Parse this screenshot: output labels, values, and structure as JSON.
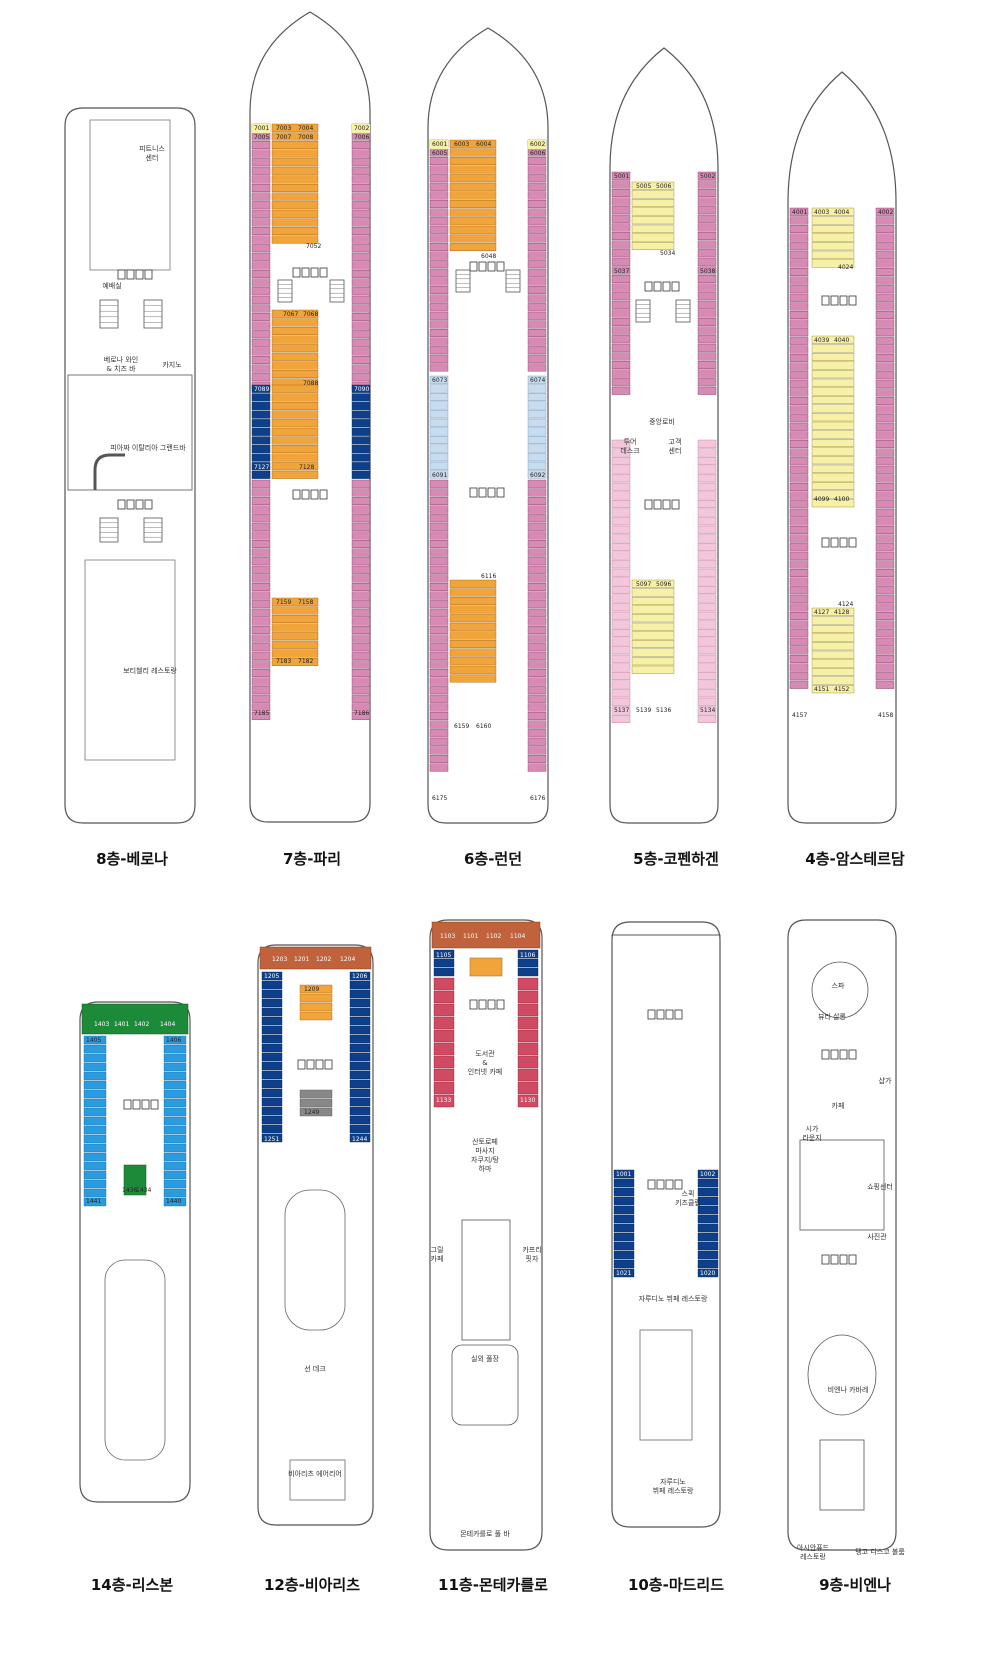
{
  "decks": [
    {
      "id": "d8",
      "label": "8층-베로나",
      "places": [
        "피트니스\n센터",
        "예배실",
        "베로나 와인\n& 치즈 바",
        "카지노",
        "피아짜 이탈리아 그랜드바",
        "보티첼리 레스토랑"
      ],
      "cabins": []
    },
    {
      "id": "d7",
      "label": "7층-파리",
      "places": [],
      "cabins": [
        "7001",
        "7002",
        "7003",
        "7004",
        "7005",
        "7006",
        "7007",
        "7008",
        "7052",
        "7067",
        "7068",
        "7088",
        "7089",
        "7090",
        "7127",
        "7128",
        "7159",
        "7158",
        "7183",
        "7182",
        "7185",
        "7186"
      ]
    },
    {
      "id": "d6",
      "label": "6층-런던",
      "places": [],
      "cabins": [
        "6001",
        "6002",
        "6003",
        "6004",
        "6005",
        "6006",
        "6048",
        "6073",
        "6074",
        "6091",
        "6092",
        "6116",
        "6159",
        "6160",
        "6175",
        "6176"
      ]
    },
    {
      "id": "d5",
      "label": "5층-코펜하겐",
      "places": [
        "중앙로비",
        "투어\n데스크",
        "고객\n센터"
      ],
      "cabins": [
        "5001",
        "5002",
        "5005",
        "5006",
        "5034",
        "5037",
        "5038",
        "5097",
        "5096",
        "5137",
        "5139",
        "5136",
        "5134"
      ]
    },
    {
      "id": "d4",
      "label": "4층-암스테르담",
      "places": [],
      "cabins": [
        "4001",
        "4002",
        "4003",
        "4004",
        "4024",
        "4039",
        "4040",
        "4099",
        "4100",
        "4124",
        "4127",
        "4128",
        "4151",
        "4152",
        "4157",
        "4158"
      ]
    },
    {
      "id": "d14",
      "label": "14층-리스본",
      "places": [],
      "cabins": [
        "1403",
        "1401",
        "1402",
        "1404",
        "1405",
        "1406",
        "1441",
        "1436",
        "1434",
        "1440"
      ]
    },
    {
      "id": "d12",
      "label": "12층-비아리츠",
      "places": [
        "선 데크",
        "비아리츠 에어리어"
      ],
      "cabins": [
        "1203",
        "1201",
        "1202",
        "1204",
        "1205",
        "1206",
        "1209",
        "1249",
        "1251",
        "1244"
      ]
    },
    {
      "id": "d11",
      "label": "11층-몬테카를로",
      "places": [
        "도서관\n&\n인터넷 카페",
        "산토로페\n마사지\n자쿠지/탕\n하마",
        "그릴\n카페",
        "카프리\n핏자",
        "실외 풀장",
        "몬테카를로 풀 바"
      ],
      "cabins": [
        "1103",
        "1101",
        "1102",
        "1104",
        "1105",
        "1106",
        "1133",
        "1130"
      ]
    },
    {
      "id": "d10",
      "label": "10층-마드리드",
      "places": [
        "스퀵\n키즈클럽",
        "자루디노 뷔페 레스토랑",
        "자루디노\n뷔페 레스토랑"
      ],
      "cabins": [
        "1001",
        "1002",
        "1021",
        "1020"
      ]
    },
    {
      "id": "d9",
      "label": "9층-비엔나",
      "places": [
        "스파",
        "뷰티 살롱",
        "샵가",
        "카페",
        "시가\n라운지",
        "쇼핑센터",
        "사진관",
        "비엔나 카바레",
        "아시안퓨드\n레스토랑",
        "탱고 디스코 볼룸"
      ],
      "cabins": []
    }
  ],
  "legend_colors": {
    "pink": "#d78ab4",
    "light_pink": "#f4c6dc",
    "orange": "#f0a43a",
    "navy": "#0e3f8a",
    "light_blue": "#c8dcef",
    "yellow": "#f7f1a8",
    "sky": "#2b9be0",
    "green": "#1d8a3a",
    "brick": "#c0623b",
    "rose": "#cf4a62",
    "grey": "#888888"
  }
}
